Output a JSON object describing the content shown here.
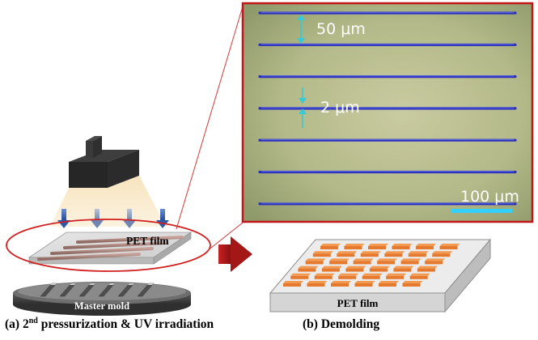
{
  "captions": {
    "a_prefix": "(a) 2",
    "a_sup": "nd",
    "a_suffix": " pressurization & UV irradiation",
    "b": "(b) Demolding"
  },
  "labels": {
    "pet_film_left": "PET film",
    "master_mold": "Master mold",
    "pet_film_right": "PET film"
  },
  "micrograph": {
    "spacing_label": "50 μm",
    "width_label": "2 μm",
    "scale_bar_label": "100 μm",
    "line_count": 7
  },
  "colors": {
    "uv_beam": "#f6d9a0",
    "uv_arrow": "#3b6ab4",
    "highlight_ellipse": "#d21f1f",
    "micrograph_border": "#c01818",
    "pattern_lines": "#2a2fbf",
    "scale_bar": "#32d0ff",
    "measure_arrows": "#36c9d6",
    "molded_pattern": "#e57a2e",
    "demold_arrow": "#b01d1d"
  }
}
